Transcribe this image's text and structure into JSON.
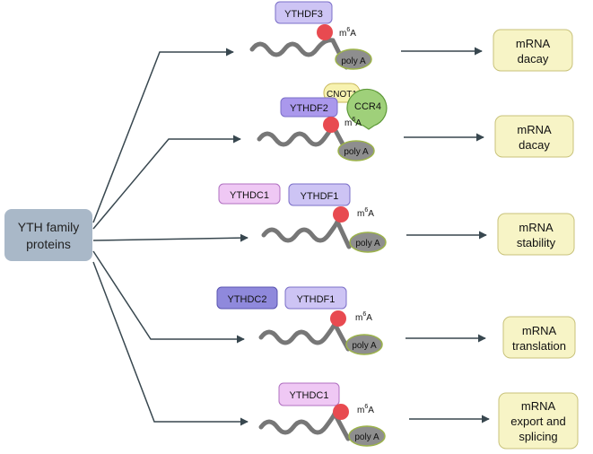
{
  "source": {
    "label_line1": "YTH family",
    "label_line2": "proteins"
  },
  "rows": [
    {
      "proteins": [
        "YTHDF3"
      ],
      "polya": "poly A",
      "mod_base": "m",
      "mod_sup": "6",
      "mod_letter": "A",
      "outcome_lines": [
        "mRNA",
        "dacay"
      ]
    },
    {
      "proteins": [
        "CNOT1",
        "CCR4",
        "YTHDF2"
      ],
      "polya": "poly A",
      "mod_base": "m",
      "mod_sup": "6",
      "mod_letter": "A",
      "outcome_lines": [
        "mRNA",
        "dacay"
      ]
    },
    {
      "proteins": [
        "YTHDC1",
        "YTHDF1"
      ],
      "polya": "poly A",
      "mod_base": "m",
      "mod_sup": "6",
      "mod_letter": "A",
      "outcome_lines": [
        "mRNA",
        "stability"
      ]
    },
    {
      "proteins": [
        "YTHDC2",
        "YTHDF1"
      ],
      "polya": "poly A",
      "mod_base": "m",
      "mod_sup": "6",
      "mod_letter": "A",
      "outcome_lines": [
        "mRNA",
        "translation"
      ]
    },
    {
      "proteins": [
        "YTHDC1"
      ],
      "polya": "poly A",
      "mod_base": "m",
      "mod_sup": "6",
      "mod_letter": "A",
      "outcome_lines": [
        "mRNA",
        "export and",
        "splicing"
      ]
    }
  ],
  "colors": {
    "source_box": "#a9b8c8",
    "outcome_box": "#f7f4c6",
    "outcome_border": "#c8c27a",
    "ythdf_fill": "#cdc4f4",
    "ythdf_border": "#7b6fc8",
    "ythdf2_fill": "#aa98ec",
    "ythdc1_fill": "#efc8f4",
    "ythdc1_border": "#b070c0",
    "ythdc2_fill": "#8f89dc",
    "cnot1_fill": "#f7f2b0",
    "ccr4_fill": "#9fd07a",
    "ccr4_border": "#5f9a3a",
    "m6a_dot": "#e84a50",
    "polya_fill": "#8e8e8e",
    "polya_border": "#9cb34a",
    "rna_strand": "#777777",
    "arrow": "#38474f"
  }
}
